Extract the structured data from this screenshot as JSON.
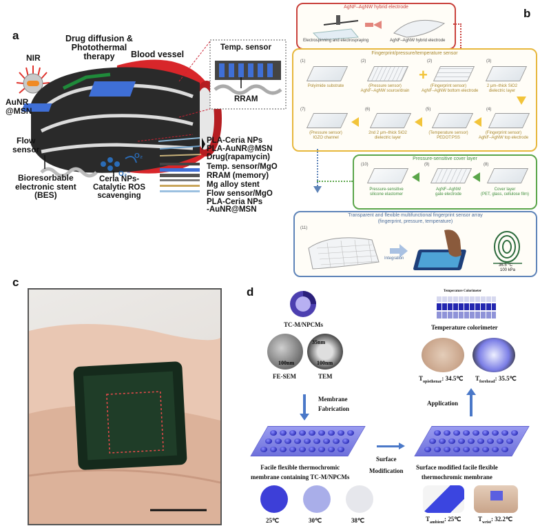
{
  "panel_labels": {
    "a": "a",
    "b": "b",
    "c": "c",
    "d": "d"
  },
  "panel_a": {
    "nir": "NIR",
    "aunr_msn": "AuNR\n@MSN",
    "drug_diffusion": "Drug diffusion &\nPhotothermal\ntherapy",
    "blood_vessel": "Blood vessel",
    "temp_sensor": "Temp. sensor",
    "rram": "RRAM",
    "flow_sensor": "Flow\nsensor",
    "bes": "Bioresorbable\nelectronic stent\n(BES)",
    "ceria": "Ceria NPs-\nCatalytic ROS\nscavenging",
    "o2": "O₂",
    "o2minus": "O₂⁻",
    "layers": [
      "PLA-Ceria NPs",
      "PLA-AuNR@MSN",
      "Drug(rapamycin)",
      "Temp. sensor/MgO",
      "RRAM (memory)",
      "Mg alloy stent",
      "Flow sensor/MgO",
      "PLA-Ceria NPs",
      "-AuNR@MSN"
    ],
    "colors": {
      "vessel_red": "#d8262a",
      "stent_dark": "#2a2a2a",
      "rram_blue": "#3f6fd6",
      "drug_green": "#1f8a3a"
    }
  },
  "panel_b": {
    "top_box_title": "AgNF–AgNW hybrid electrode",
    "top_left_caption": "Electrospinning and electrospraying",
    "top_right_caption": "AgNF–AgNW hybrid electrode",
    "sensor_box_title": "Fingerprint/pressure/temperature sensor",
    "steps_row1": [
      {
        "num": "(1)",
        "label": "Polyimide substrate"
      },
      {
        "num": "(2)",
        "label": "(Pressure sensor)\nAgNF–AgNW source/drain"
      },
      {
        "num": "(2)",
        "label": "(Fingerprint sensor)\nAgNF–AgNW bottom electrode"
      },
      {
        "num": "(3)",
        "label": "2 μm–thick SiO2\ndielectric layer"
      }
    ],
    "steps_row2": [
      {
        "num": "(7)",
        "label": "(Pressure sensor)\nIGZO channel"
      },
      {
        "num": "(6)",
        "label": "2nd 2 μm–thick SiO2\ndielectric layer"
      },
      {
        "num": "(5)",
        "label": "(Temperature sensor)\nPEDOT:PSS"
      },
      {
        "num": "(4)",
        "label": "(Fingerprint sensor)\nAgNF–AgNW top electrode"
      }
    ],
    "cover_box_title": "Pressure-sensitive cover layer",
    "cover_steps": [
      {
        "num": "(10)",
        "label": "Pressure-sensitive\nsilicone elastomer"
      },
      {
        "num": "(9)",
        "label": "AgNF–AgNW\ngate electrode"
      },
      {
        "num": "(8)",
        "label": "Cover layer\n(PET, glass, cellulose film)"
      }
    ],
    "array_box_title": "Transparent and flexible multifunctional fingerprint sensor array",
    "array_box_subtitle": "(fingerprint, pressure, temperature)",
    "array_step_num": "(11)",
    "integration": "Integration",
    "fingerprint_temp": "36.5 °C",
    "fingerprint_pressure": "100 kPa",
    "colors": {
      "red_frame": "#c9413c",
      "yellow_frame": "#e7b73c",
      "green_frame": "#5aa549",
      "blue_frame": "#5d83b8"
    }
  },
  "panel_d": {
    "tc_label": "TC-M/NPCMs",
    "fesem": "FE-SEM",
    "tem": "TEM",
    "scale_100nm_a": "100nm",
    "scale_100nm_b": "100nm",
    "scale_35nm": "35nm",
    "membrane_fabrication": "Membrane\nFabrication",
    "surface_modification": "Surface\nModification",
    "application": "Application",
    "membrane_left": "Facile flexible thermochromic\nmembrane containing TC-M/NPCMs",
    "membrane_right": "Surface modified facile flexible\nthermochromic membrane",
    "colorimeter_title": "Temperature Colorimeter",
    "colorimeter_label": "Temperature colorimeter",
    "t_opisthenar": "T",
    "t_opisthenar_sub": "opisthenar",
    "t_opisthenar_val": ": 34.5℃",
    "t_forehead": "T",
    "t_forehead_sub": "forehead",
    "t_forehead_val": ": 35.5℃",
    "t_ambient": "T",
    "t_ambient_sub": "ambient",
    "t_ambient_val": ": 25℃",
    "t_wrist": "T",
    "t_wrist_sub": "wrist",
    "t_wrist_val": ": 32.2℃",
    "swatches": [
      {
        "label": "25℃",
        "color": "#3d3fd8"
      },
      {
        "label": "30℃",
        "color": "#a9aee9"
      },
      {
        "label": "38℃",
        "color": "#e6e7ec"
      }
    ],
    "colors": {
      "membrane": "#7b7ee6",
      "bead": "#2d2fb8",
      "arrow": "#4a78c8"
    }
  }
}
